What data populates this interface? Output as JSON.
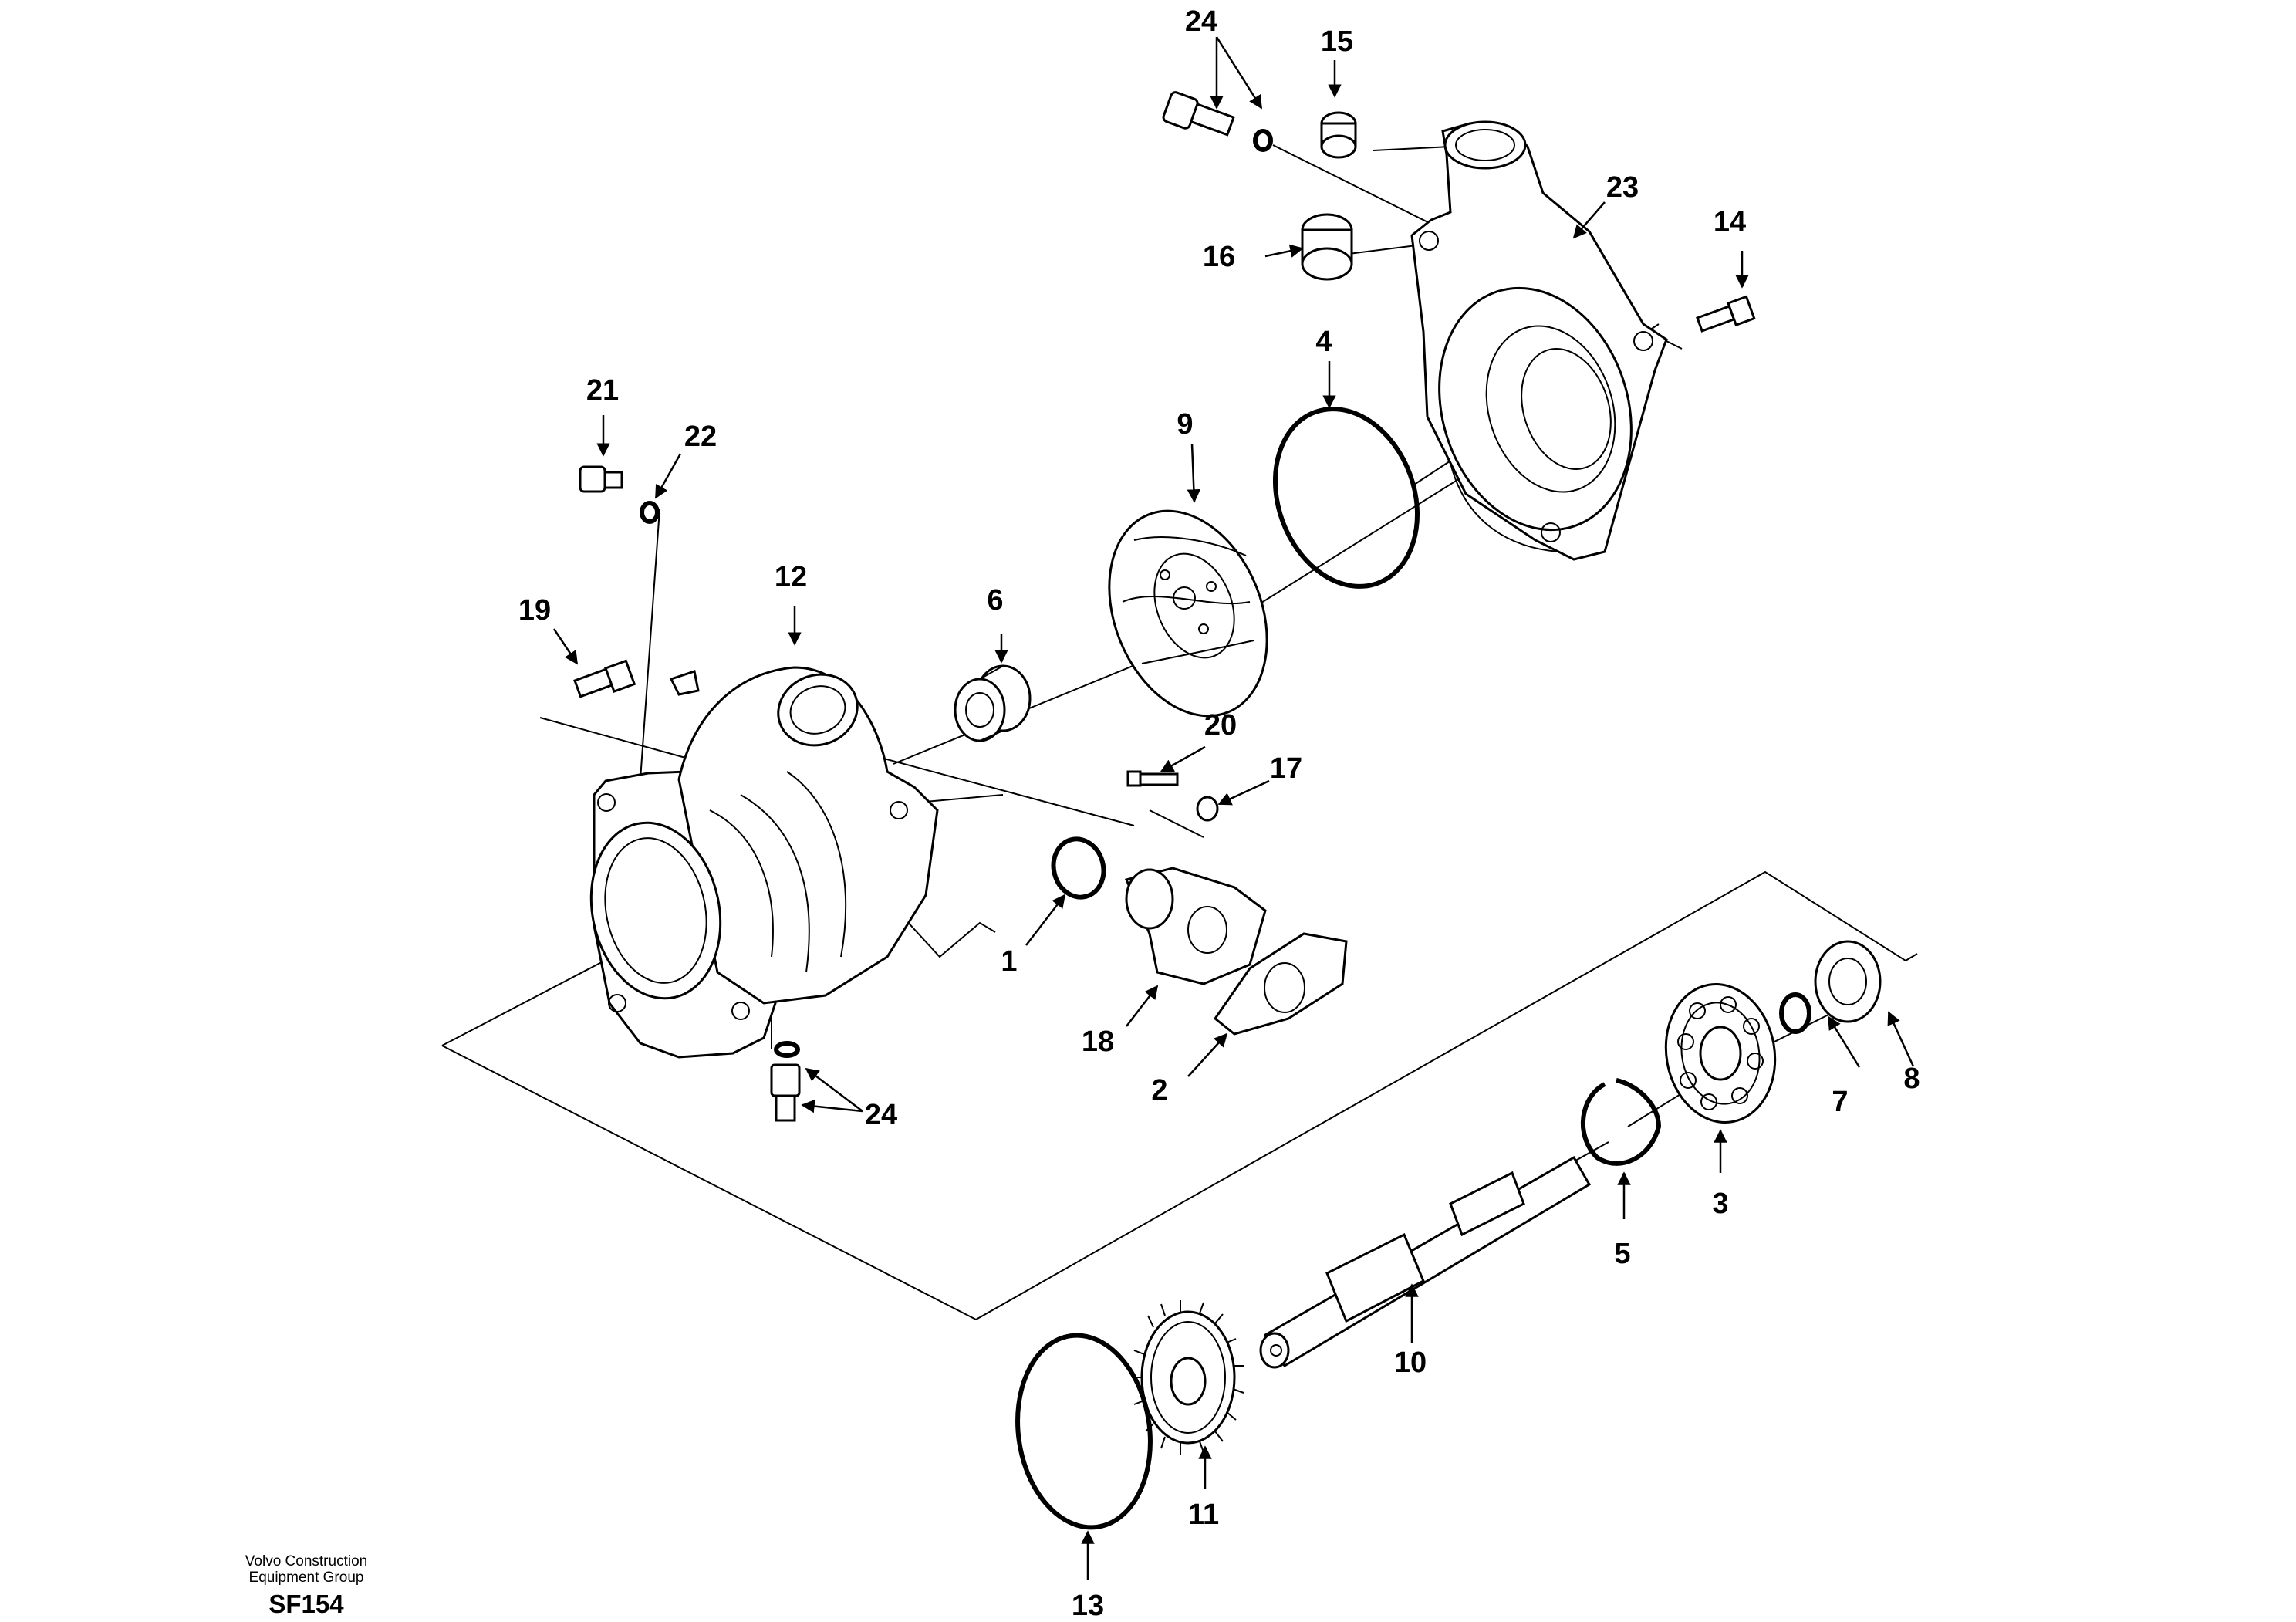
{
  "callouts": {
    "c1": "1",
    "c2": "2",
    "c3": "3",
    "c4": "4",
    "c5": "5",
    "c6": "6",
    "c7": "7",
    "c8": "8",
    "c9": "9",
    "c10": "10",
    "c11": "11",
    "c12": "12",
    "c13": "13",
    "c14": "14",
    "c15": "15",
    "c16": "16",
    "c17": "17",
    "c18": "18",
    "c19": "19",
    "c20": "20",
    "c21": "21",
    "c22": "22",
    "c23": "23",
    "c24_top": "24",
    "c24_bottom": "24"
  },
  "footer": {
    "line1": "Volvo Construction",
    "line2": "Equipment Group",
    "code": "SF154"
  }
}
